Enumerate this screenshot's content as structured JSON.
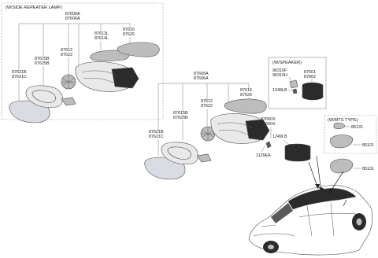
{
  "colors": {
    "part_light": "#e9e9e9",
    "part_mid": "#bdbdbd",
    "part_dark": "#5a5a5a",
    "part_black": "#2b2b2b",
    "glass": "#d9dde3",
    "line": "#6a6a6a",
    "frame": "#8a8a8a"
  },
  "left_group": {
    "title": "(W/SIDE REPEATER LAMP)",
    "assy_1": "87605A",
    "assy_2": "87606A",
    "cap_1": "87616",
    "cap_2": "87626",
    "lamp_1": "87613L",
    "lamp_2": "87614L",
    "actuator_1": "87612",
    "actuator_2": "87622",
    "housing_1": "87615B",
    "housing_2": "87625B",
    "glass_1": "87621B",
    "glass_2": "87621C"
  },
  "center_group": {
    "assy_1": "87605A",
    "assy_2": "87606A",
    "cap_1": "87616",
    "cap_2": "87626",
    "actuator_1": "87612",
    "actuator_2": "87622",
    "housing_1": "87615B",
    "housing_2": "87625B",
    "glass_1": "87621B",
    "glass_2": "87621C",
    "cover_1": "87650X",
    "cover_2": "87660X",
    "bolt_a": "1249LB",
    "screw": "1129EA"
  },
  "speaker_group": {
    "title": "(W/SPEAKER)",
    "part_1": "96310F",
    "part_2": "96310H",
    "part_3": "87661",
    "part_4": "87662",
    "bolt": "1249LB"
  },
  "mts_group": {
    "title": "(W/MTS TYPE)",
    "part_1": "85131",
    "part_2": "85101"
  },
  "inside_mirror": "85101"
}
